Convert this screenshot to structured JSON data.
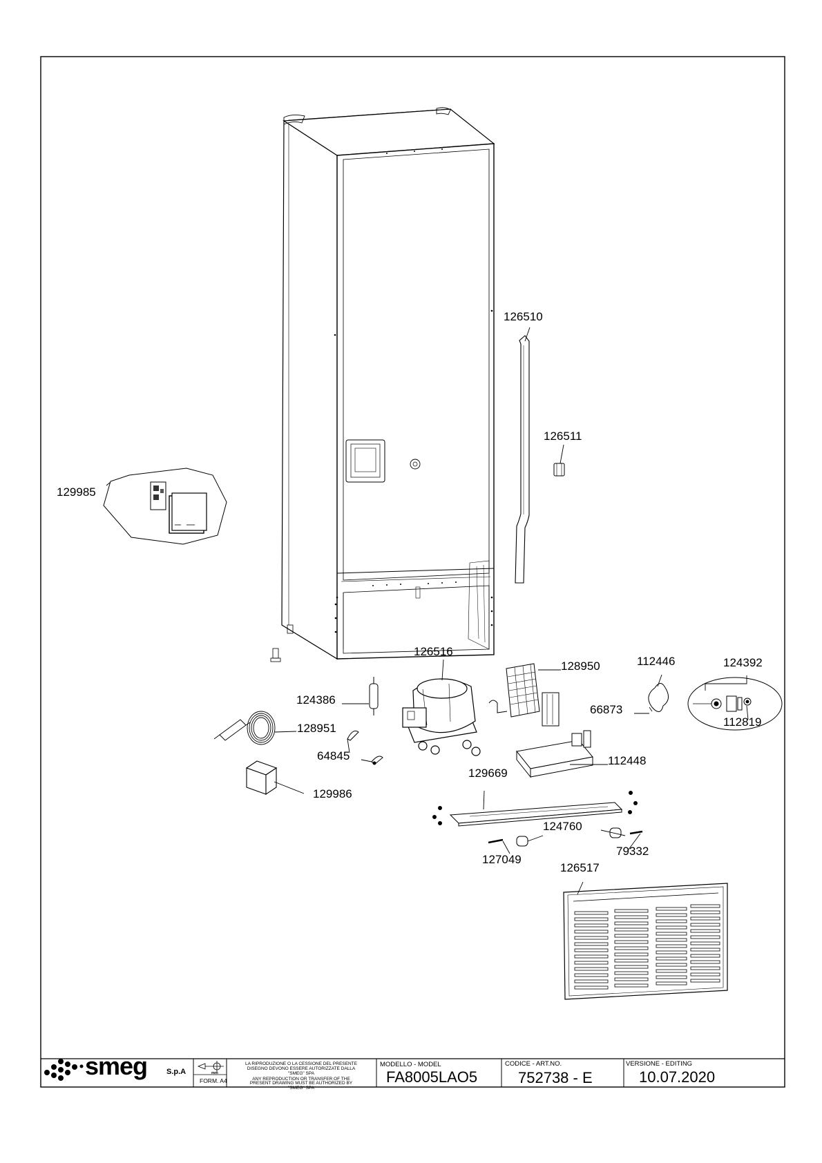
{
  "drawing": {
    "part_labels": [
      {
        "id": "126510",
        "text": "126510"
      },
      {
        "id": "126511",
        "text": "126511"
      },
      {
        "id": "129985",
        "text": "129985"
      },
      {
        "id": "126516",
        "text": "126516"
      },
      {
        "id": "128950",
        "text": "128950"
      },
      {
        "id": "112446",
        "text": "112446"
      },
      {
        "id": "124392",
        "text": "124392"
      },
      {
        "id": "124386",
        "text": "124386"
      },
      {
        "id": "66873",
        "text": "66873"
      },
      {
        "id": "128951",
        "text": "128951"
      },
      {
        "id": "112819",
        "text": "112819"
      },
      {
        "id": "64845",
        "text": "64845"
      },
      {
        "id": "112448",
        "text": "112448"
      },
      {
        "id": "129669",
        "text": "129669"
      },
      {
        "id": "129986",
        "text": "129986"
      },
      {
        "id": "124760",
        "text": "124760"
      },
      {
        "id": "79332",
        "text": "79332"
      },
      {
        "id": "127049",
        "text": "127049"
      },
      {
        "id": "126517",
        "text": "126517"
      }
    ]
  },
  "title_block": {
    "brand": "smeg",
    "company_suffix": "S.p.A",
    "unit": "mm",
    "form": "FORM. A4",
    "notice_it": [
      "LA RIPRODUZIONE O LA CESSIONE DEL PRESENTE",
      "DISEGNO DEVONO ESSERE AUTORIZZATE DALLA",
      "\"SMEG\" SPA"
    ],
    "notice_en": [
      "ANY REPRODUCTION OR TRANSFER OF THE",
      "PRESENT DRAWING MUST BE AUTHORIZED BY",
      "\"SMEG\" SPA"
    ],
    "model_header": "MODELLO - MODEL",
    "model_value": "FA8005LAO5",
    "code_header": "CODICE - ART.NO.",
    "code_value": "752738 - E",
    "version_header": "VERSIONE - EDITING",
    "version_value": "10.07.2020"
  }
}
